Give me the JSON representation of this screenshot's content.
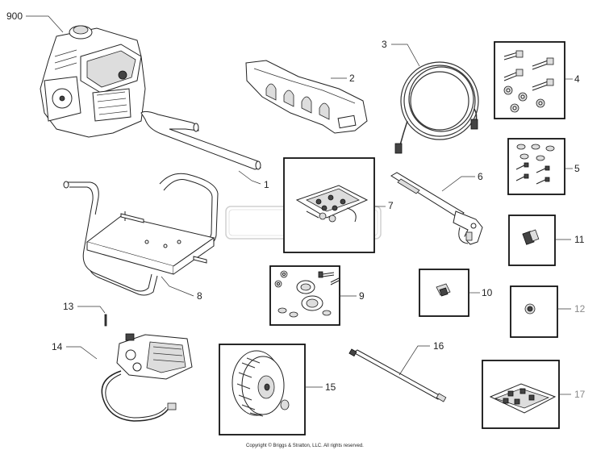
{
  "diagram": {
    "callouts": [
      {
        "id": "900",
        "text": "900"
      },
      {
        "id": "1",
        "text": "1"
      },
      {
        "id": "2",
        "text": "2"
      },
      {
        "id": "3",
        "text": "3"
      },
      {
        "id": "4",
        "text": "4"
      },
      {
        "id": "5",
        "text": "5"
      },
      {
        "id": "6",
        "text": "6"
      },
      {
        "id": "7",
        "text": "7"
      },
      {
        "id": "8",
        "text": "8"
      },
      {
        "id": "9",
        "text": "9"
      },
      {
        "id": "10",
        "text": "10"
      },
      {
        "id": "11",
        "text": "11"
      },
      {
        "id": "12",
        "text": "12"
      },
      {
        "id": "13",
        "text": "13"
      },
      {
        "id": "14",
        "text": "14"
      },
      {
        "id": "15",
        "text": "15"
      },
      {
        "id": "16",
        "text": "16"
      },
      {
        "id": "17",
        "text": "17"
      }
    ],
    "muted_callout_color": "#8a8a8a",
    "line_color": "#222222",
    "watermark": "BRIGGS&STRATTON",
    "copyright": "Copyright © Briggs & Stratton, LLC. All rights reserved."
  }
}
